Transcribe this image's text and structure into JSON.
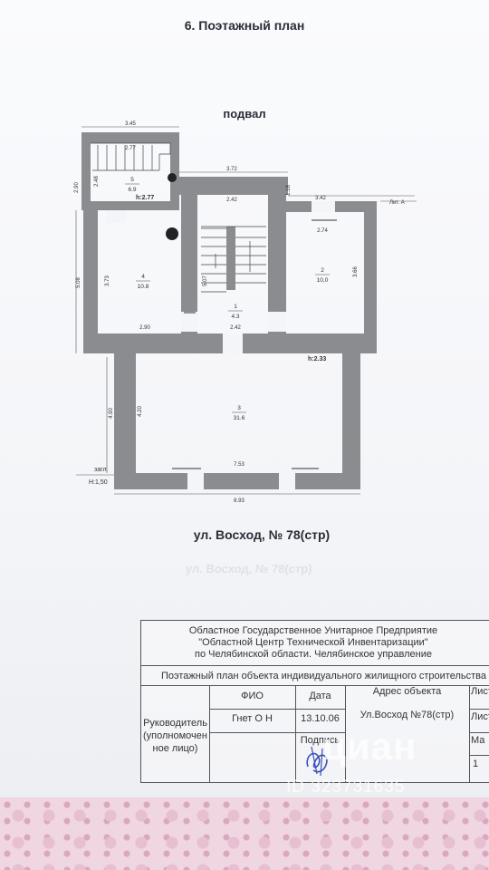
{
  "page_title": "6. Поэтажный план",
  "floor_label": "подвал",
  "plan": {
    "rooms": [
      {
        "num": "5",
        "area": "6.9"
      },
      {
        "num": "4",
        "area": "10.8"
      },
      {
        "num": "1",
        "area": "4.3"
      },
      {
        "num": "2",
        "area": "10,0"
      },
      {
        "num": "3",
        "area": "31.6"
      }
    ],
    "heights": {
      "stair": "h:2.77",
      "main": "h:2.33",
      "zagl_label": "загл",
      "zagl_h": "Н:1,50"
    },
    "lit": "Лит. А",
    "dims": {
      "top_stair": "3.45",
      "stair_inner": "2.77",
      "left_stair": "2.90",
      "stair_h": "2.48",
      "mid_top": "3.72",
      "mid_inner": "2.42",
      "mid_right": "1.18",
      "right_top": "3.42",
      "room2_w": "2.74",
      "room2_h": "3.66",
      "left_h": "5.08",
      "room4_h": "3.73",
      "room1_h": "5.07",
      "room4_w": "2.90",
      "room1_w": "2.42",
      "big_left": "4.90",
      "big_h": "4.20",
      "big_w": "7.53",
      "bottom_w": "8.93"
    }
  },
  "address": "ул. Восход, № 78(стр)",
  "ghost_text": "ул. Восход, № 78(стр)",
  "stamp": {
    "org_lines": [
      "Областное Государственное Унитарное Предприятие",
      "\"Областной Центр Технической Инвентаризации\"",
      "по Челябинской области. Челябинское управление"
    ],
    "plan_title": "Поэтажный план объекта индивидуального жилищного строительства",
    "role_lines": [
      "Руководитель",
      "(уполномочен",
      "ное лицо)"
    ],
    "headers": {
      "fio": "ФИО",
      "date": "Дата",
      "address": "Адрес объекта",
      "sheet": "Лист"
    },
    "fio": "Гнет О Н",
    "date": "13.10.06",
    "signature_label": "Подпись",
    "object_address": "Ул.Восход №78(стр)",
    "sheet_cells": [
      "Лист",
      "Ма",
      "1"
    ]
  },
  "watermark": {
    "brand": "циан",
    "id": "ID 323731635"
  },
  "colors": {
    "wall": "#8b8c90",
    "paper": "#f6f7f9",
    "stamp_ink": "#3a4fb8"
  }
}
